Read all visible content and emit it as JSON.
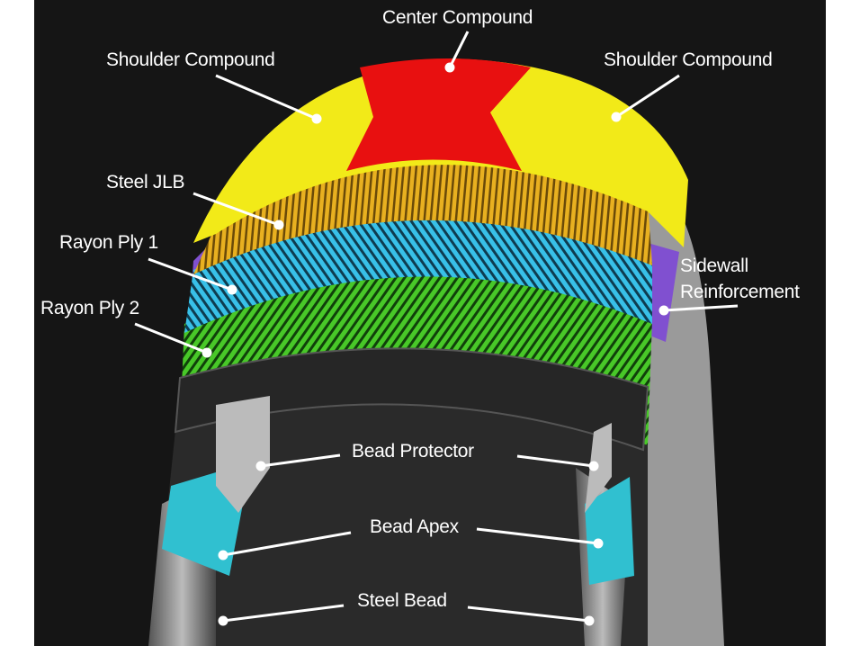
{
  "title": "Tire construction cutaway",
  "labels": {
    "center_compound": "Center Compound",
    "shoulder_left": "Shoulder Compound",
    "shoulder_right": "Shoulder Compound",
    "steel_jlb": "Steel JLB",
    "rayon_ply_1": "Rayon Ply 1",
    "rayon_ply_2": "Rayon Ply 2",
    "sidewall_line1": "Sidewall",
    "sidewall_line2": "Reinforcement",
    "bead_protector": "Bead Protector",
    "bead_apex": "Bead Apex",
    "steel_bead": "Steel Bead"
  },
  "colors": {
    "center": "#e81010",
    "shoulder": "#f2ea18",
    "jlb": "#e0a020",
    "ply1": "#30b8e0",
    "ply2": "#40c020",
    "sidewall": "#8050d0",
    "apex": "#30c0d0"
  }
}
